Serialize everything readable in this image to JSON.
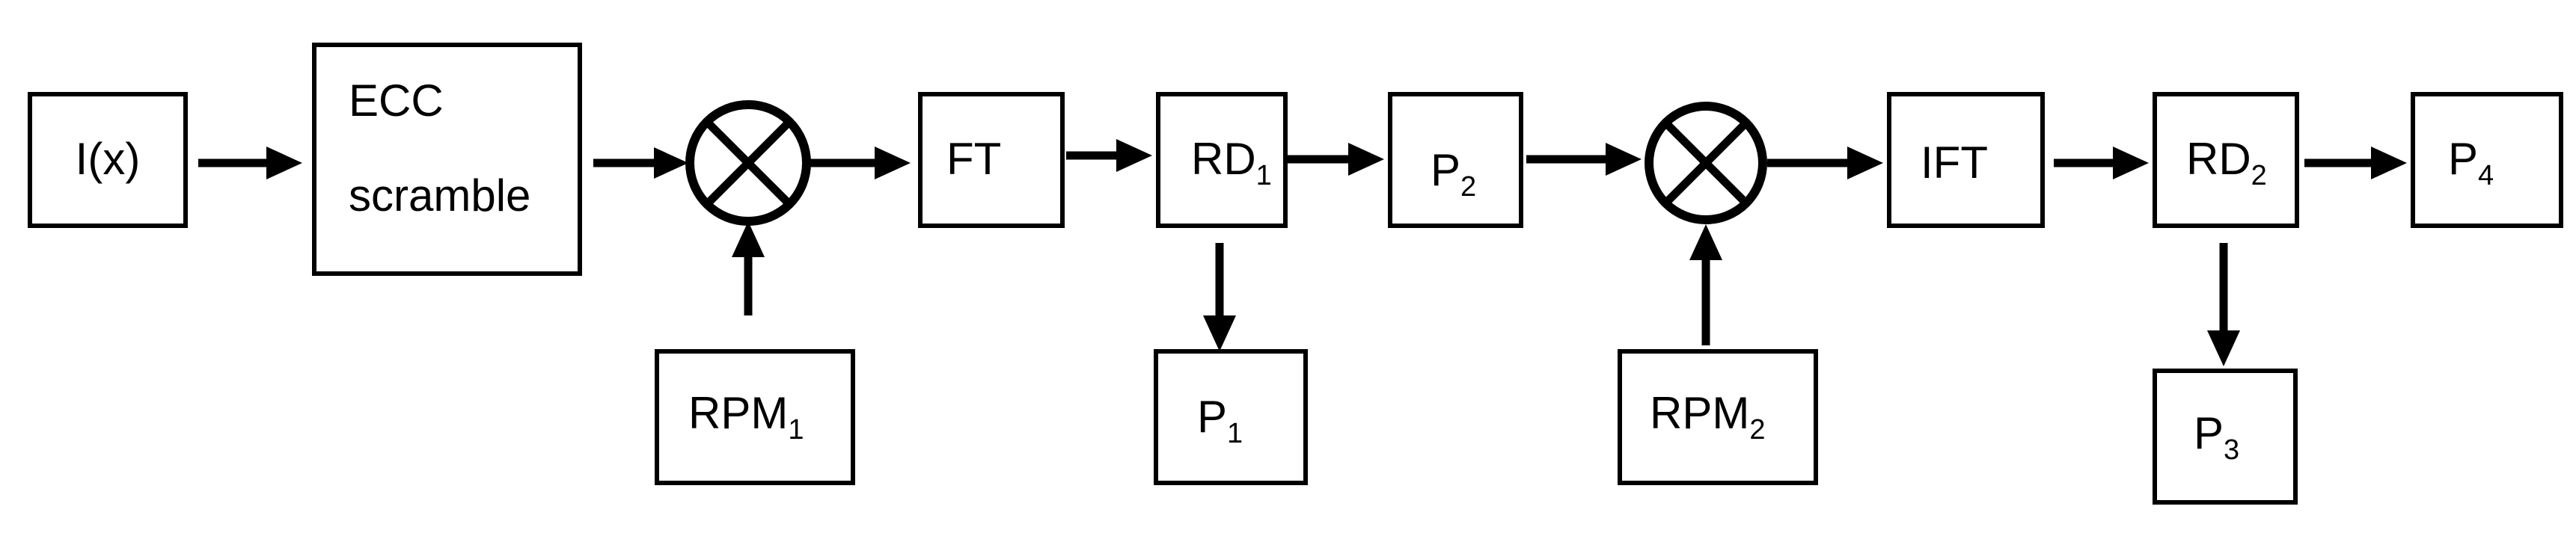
{
  "blocks": {
    "input": {
      "label": "I(x)"
    },
    "ecc": {
      "line1": "ECC",
      "line2": "scramble"
    },
    "ft": {
      "label": "FT"
    },
    "rd1": {
      "main": "RD",
      "sub": "1"
    },
    "p2": {
      "main": "P",
      "sub": "2"
    },
    "ift": {
      "label": "IFT"
    },
    "rd2": {
      "main": "RD",
      "sub": "2"
    },
    "p4": {
      "main": "P",
      "sub": "4"
    },
    "rpm1": {
      "main": "RPM",
      "sub": "1"
    },
    "p1": {
      "main": "P",
      "sub": "1"
    },
    "rpm2": {
      "main": "RPM",
      "sub": "2"
    },
    "p3": {
      "main": "P",
      "sub": "3"
    }
  },
  "mixers": [
    {
      "id": "mixer-1",
      "symbol": "multiply"
    },
    {
      "id": "mixer-2",
      "symbol": "multiply"
    }
  ],
  "colors": {
    "stroke": "#000000",
    "background": "#ffffff"
  }
}
